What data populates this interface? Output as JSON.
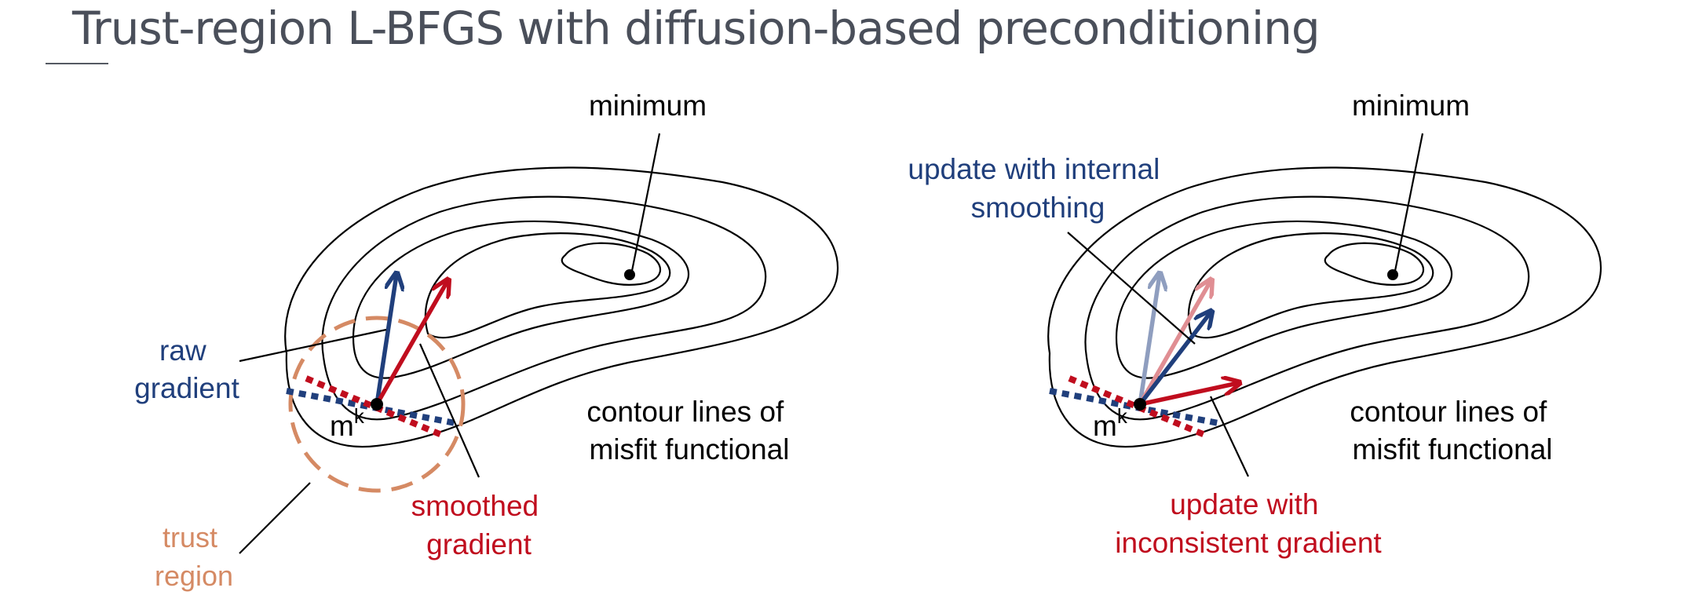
{
  "page": {
    "title": "Trust-region L-BFGS with diffusion-based preconditioning"
  },
  "colors": {
    "blue": "#203f7c",
    "red": "#c00d1e",
    "orange": "#d58a64",
    "light_blue": "#8f9ebf",
    "light_red": "#e08e93",
    "text": "#000000"
  },
  "left_panel": {
    "minimum_label": "minimum",
    "raw_gradient_label": [
      "raw",
      "gradient"
    ],
    "model_label": "m",
    "model_superscript": "k",
    "contour_label": [
      "contour lines of",
      "misfit functional"
    ],
    "smoothed_gradient_label": [
      "smoothed",
      "gradient"
    ],
    "trust_region_label": [
      "trust",
      "region"
    ]
  },
  "right_panel": {
    "minimum_label": "minimum",
    "internal_smoothing_label": [
      "update with internal",
      "smoothing"
    ],
    "model_label": "m",
    "model_superscript": "k",
    "contour_label": [
      "contour lines of",
      "misfit functional"
    ],
    "inconsistent_label": [
      "update with",
      "inconsistent gradient"
    ]
  }
}
